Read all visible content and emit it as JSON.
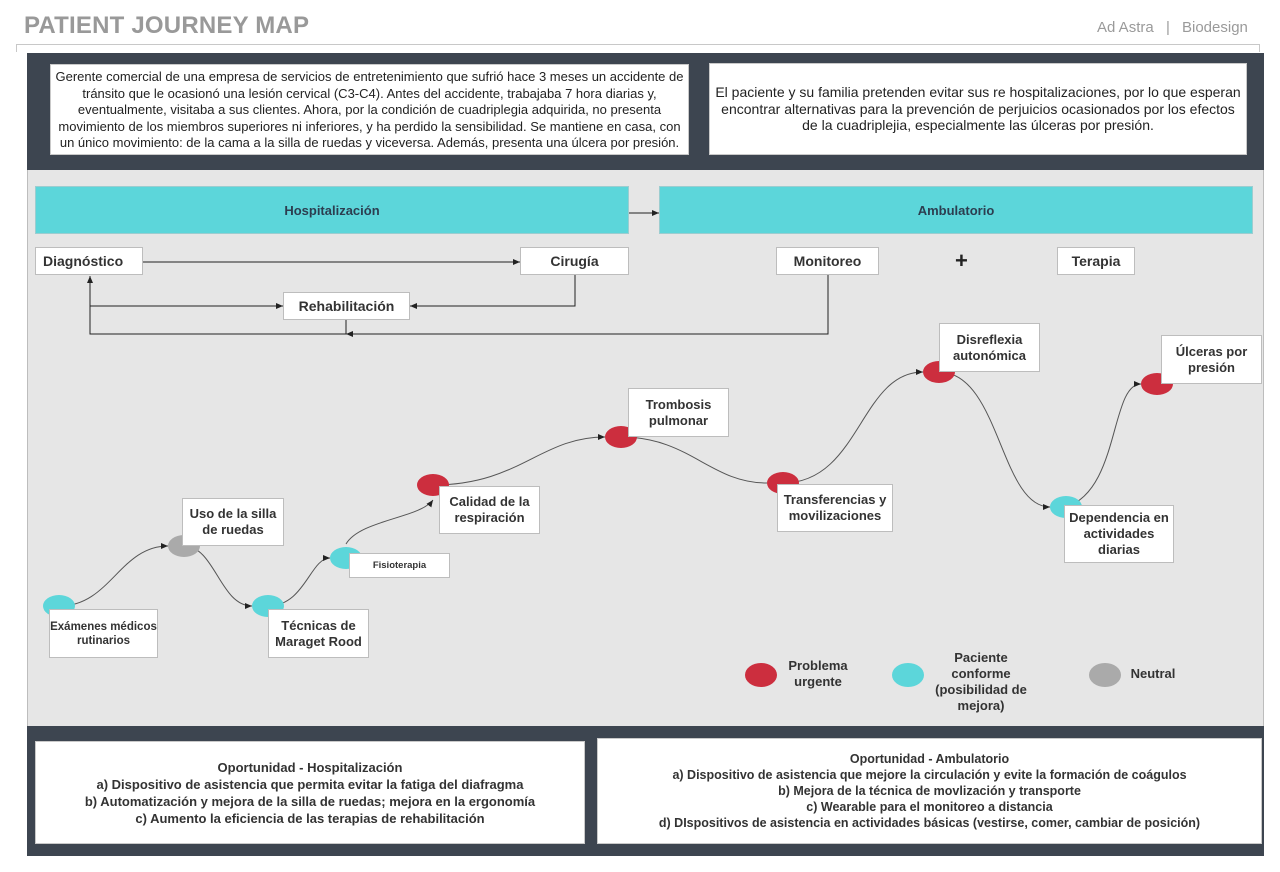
{
  "header": {
    "title": "PATIENT JOURNEY MAP",
    "brand_left": "Ad Astra",
    "separator": "|",
    "brand_right": "Biodesign"
  },
  "persona": "Gerente comercial de una empresa de servicios de entretenimiento que sufrió hace 3 meses un accidente de tránsito que le ocasionó una lesión cervical (C3-C4). Antes del accidente, trabajaba 7 hora diarias y, eventualmente, visitaba a sus clientes. Ahora, por la condición de cuadriplegia adquirida, no presenta movimiento de los miembros superiores ni inferiores, y ha perdido la sensibilidad. Se mantiene en casa, con un único movimiento: de la cama a la silla de ruedas y viceversa. Además, presenta una úlcera por presión.",
  "goal": "El paciente y su familia pretenden evitar sus re hospitalizaciones, por lo que esperan encontrar alternativas para la prevención de perjuicios ocasionados por los efectos de la cuadriplejia, especialmente las úlceras por presión.",
  "phases": {
    "hospital": "Hospitalización",
    "ambulatory": "Ambulatorio"
  },
  "steps": {
    "diagnostico": "Diagnóstico",
    "cirugia": "Cirugía",
    "rehabilitacion": "Rehabilitación",
    "monitoreo": "Monitoreo",
    "plus": "+",
    "terapia": "Terapia"
  },
  "journey": {
    "examenes": "Exámenes médicos rutinarios",
    "silla": "Uso de la silla de ruedas",
    "maraget": "Técnicas de Maraget Rood",
    "fisioterapia": "Fisioterapia",
    "respiracion": "Calidad de la respiración",
    "trombosis": "Trombosis pulmonar",
    "transferencias": "Transferencias y movilizaciones",
    "disreflexia": "Disreflexia autonómica",
    "dependencia": "Dependencia en actividades diarias",
    "ulceras": "Úlceras por presión"
  },
  "legend": {
    "urgent": "Problema urgente",
    "conforme": "Paciente conforme (posibilidad de mejora)",
    "neutral": "Neutral"
  },
  "colors": {
    "urgent": "#cc2e3e",
    "conforme": "#5cd6da",
    "neutral": "#aaaaaa",
    "dark_band": "#3d4550"
  },
  "opportunities": {
    "hospital": {
      "title": "Oportunidad - Hospitalización",
      "items": [
        "a) Dispositivo de asistencia que permita evitar la fatiga del diafragma",
        "b)  Automatización y mejora de la silla de ruedas; mejora en la ergonomía",
        "c) Aumento la eficiencia de las terapias de rehabilitación"
      ]
    },
    "ambulatory": {
      "title": "Oportunidad - Ambulatorio",
      "items": [
        "a) Dispositivo de asistencia que  mejore la circulación y evite la formación de coágulos",
        "b) Mejora de la técnica de movlización y transporte",
        "c) Wearable para el monitoreo a distancia",
        "d) DIspositivos de asistencia en actividades básicas (vestirse, comer, cambiar de posición)"
      ]
    }
  }
}
